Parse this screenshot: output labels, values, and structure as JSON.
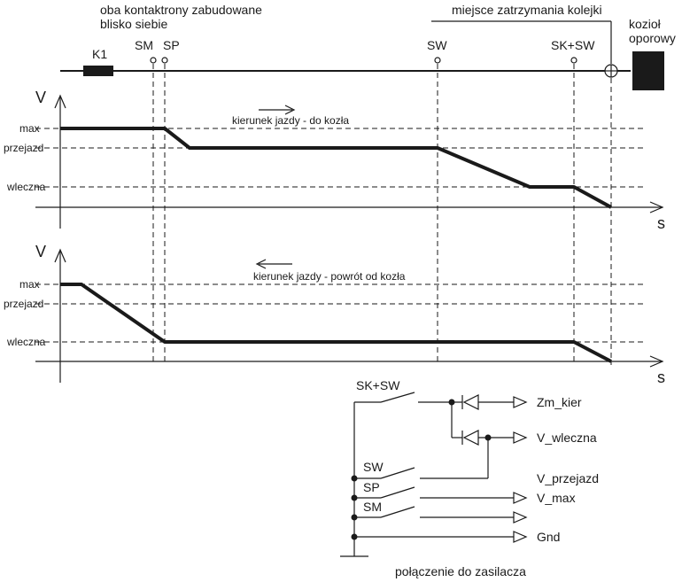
{
  "top": {
    "note_line1": "oba kontaktrony zabudowane",
    "note_line2": "blisko siebie",
    "stop_place": "miejsce zatrzymania kolejki",
    "buffer_line1": "kozioł",
    "buffer_line2": "oporowy",
    "k1": "K1",
    "sm": "SM",
    "sp": "SP",
    "sw": "SW",
    "sksw": "SK+SW"
  },
  "chart1": {
    "v": "V",
    "s": "s",
    "max": "max",
    "przejazd": "przejazd",
    "wleczna": "wleczna",
    "direction": "kierunek jazdy - do kozła"
  },
  "chart2": {
    "v": "V",
    "s": "s",
    "max": "max",
    "przejazd": "przejazd",
    "wleczna": "wleczna",
    "direction": "kierunek jazdy - powrót od kozła"
  },
  "circuit": {
    "sksw": "SK+SW",
    "sw": "SW",
    "sp": "SP",
    "sm": "SM",
    "zm_kier": "Zm_kier",
    "v_wleczna": "V_wleczna",
    "v_przejazd": "V_przejazd",
    "v_max": "V_max",
    "gnd": "Gnd",
    "caption": "połączenie do zasilacza"
  }
}
